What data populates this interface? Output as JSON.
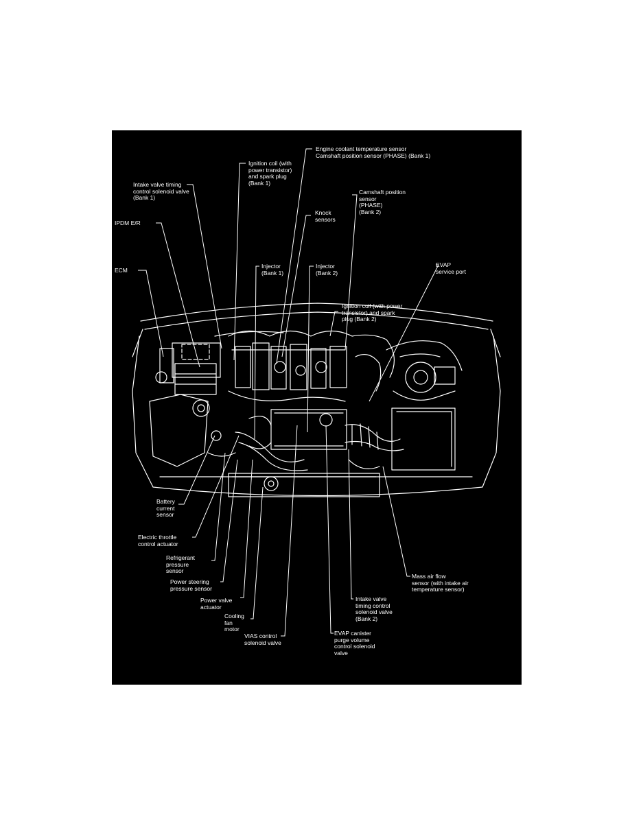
{
  "figure": {
    "background": "#000000",
    "line_color": "#ffffff",
    "labels": {
      "intake_valve_timing_b1": "Intake valve timing\ncontrol solenoid valve\n(Bank 1)",
      "ipdm": "IPDM E/R",
      "ecm": "ECM",
      "ignition_coil_b1": "Ignition coil (with\npower transistor)\nand spark plug\n(Bank 1)",
      "coolant_cam_b1": "Engine coolant temperature sensor\nCamshaft position sensor (PHASE) (Bank 1)",
      "knock": "Knock\nsensors",
      "cam_b2": "Camshaft position\nsensor\n(PHASE)\n(Bank 2)",
      "injector_b1": "Injector\n(Bank 1)",
      "injector_b2": "Injector\n(Bank 2)",
      "evap_port": "EVAP\nservice port",
      "ignition_coil_b2": "Ignition coil (with power\ntransistor) and spark\nplug (Bank 2)",
      "battery_current": "Battery\ncurrent\nsensor",
      "electric_throttle": "Electric throttle\ncontrol actuator",
      "refrigerant": "Refrigerant\npressure\nsensor",
      "power_steering": "Power steering\npressure sensor",
      "power_valve": "Power valve\nactuator",
      "cooling_fan": "Cooling\nfan\nmotor",
      "vias": "VIAS control\nsolenoid valve",
      "evap_canister": "EVAP canister\npurge volume\ncontrol solenoid\nvalve",
      "intake_valve_timing_b2": "Intake valve\ntiming control\nsolenoid valve\n(Bank 2)",
      "maf": "Mass air flow\nsensor (with intake air\ntemperature sensor)"
    }
  }
}
